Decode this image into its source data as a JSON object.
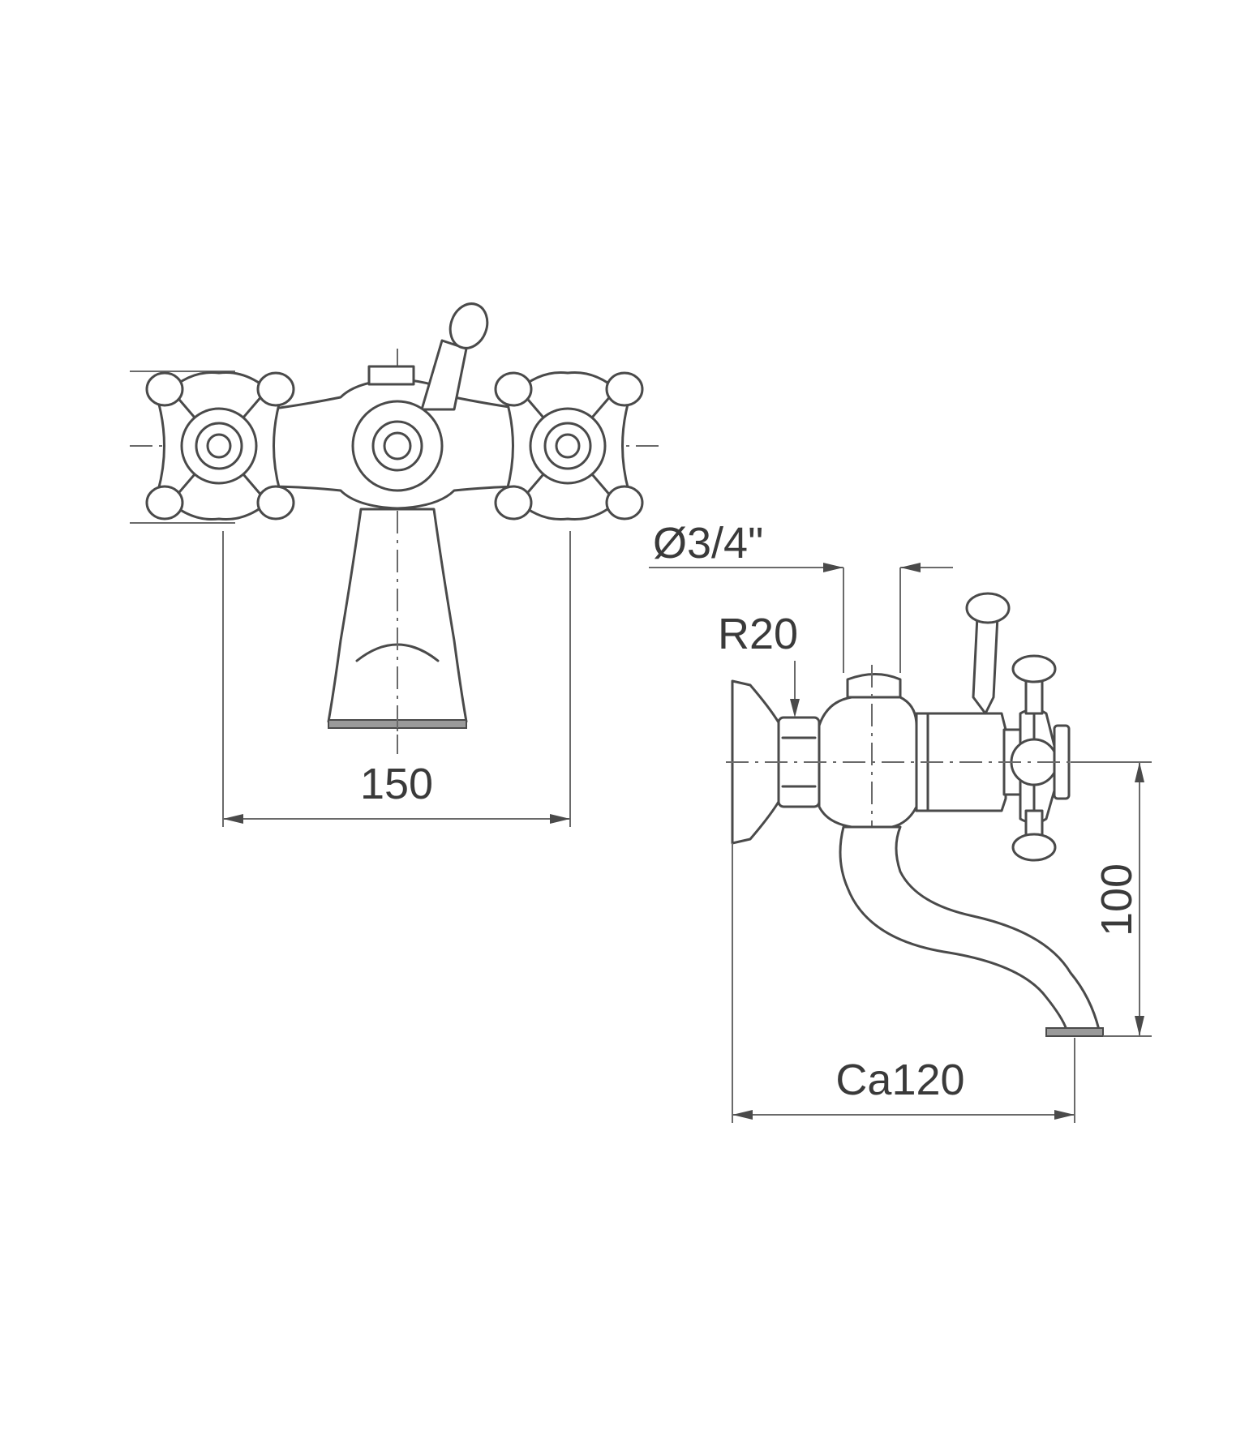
{
  "dimensions": {
    "width_front": "150",
    "connection_diameter": "Ø3/4\"",
    "radius": "R20",
    "height": "100",
    "projection": "Ca120"
  },
  "colors": {
    "line": "#4a4a4a",
    "background": "#ffffff"
  }
}
